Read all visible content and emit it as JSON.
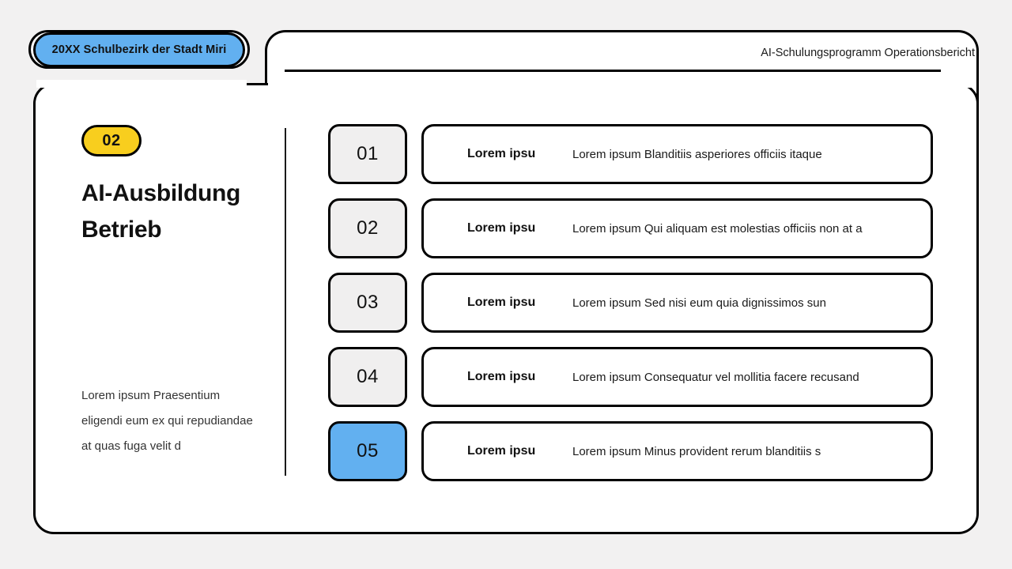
{
  "tab": {
    "label": "20XX Schulbezirk der Stadt Miri"
  },
  "header": {
    "title": "AI-Schulungsprogramm Operationsbericht"
  },
  "left": {
    "badge_number": "02",
    "title": "AI-Ausbildung Betrieb",
    "body": "Lorem ipsum Praesentium eligendi eum ex qui repudiandae at quas fuga velit d"
  },
  "colors": {
    "page_background": "#f2f1f1",
    "panel_background": "#ffffff",
    "accent_blue": "#62b0f0",
    "accent_yellow": "#f8ce1e",
    "number_box_gray": "#f0efef",
    "outline": "#000000"
  },
  "rows": [
    {
      "number": "01",
      "label": "Lorem ipsu",
      "description": "Lorem ipsum Blanditiis asperiores officiis itaque",
      "active": false
    },
    {
      "number": "02",
      "label": "Lorem ipsu",
      "description": "Lorem ipsum Qui aliquam est molestias officiis non at a",
      "active": false
    },
    {
      "number": "03",
      "label": "Lorem ipsu",
      "description": "Lorem ipsum Sed nisi eum quia dignissimos sun",
      "active": false
    },
    {
      "number": "04",
      "label": "Lorem ipsu",
      "description": "Lorem ipsum Consequatur vel mollitia facere recusand",
      "active": false
    },
    {
      "number": "05",
      "label": "Lorem ipsu",
      "description": "Lorem ipsum Minus provident rerum blanditiis s",
      "active": true
    }
  ]
}
